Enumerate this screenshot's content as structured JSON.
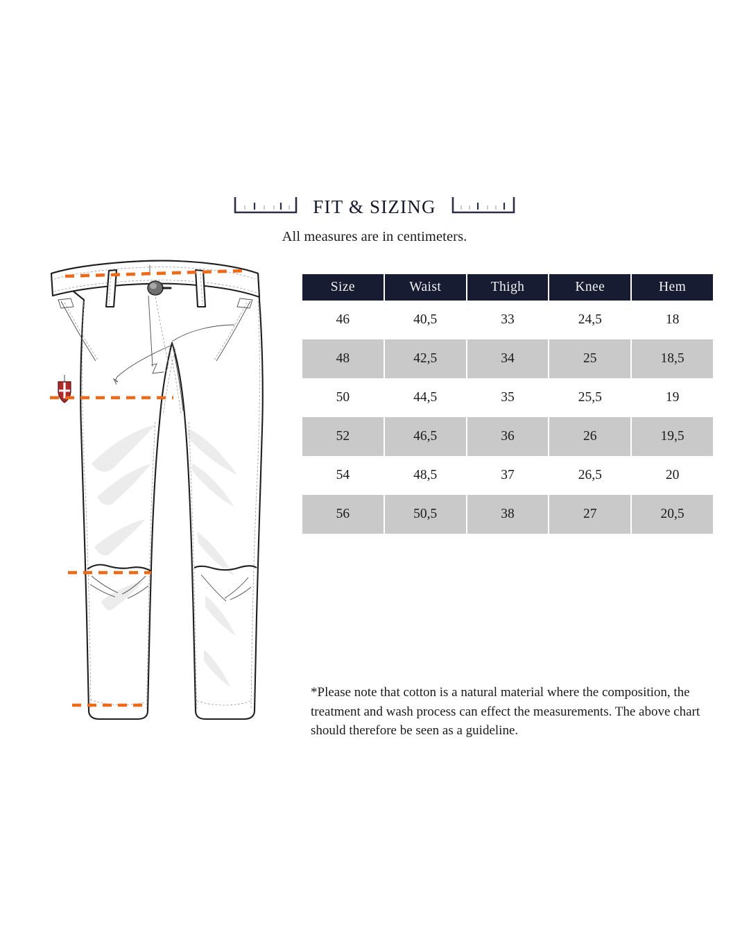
{
  "header": {
    "title": "FIT & SIZING",
    "subtitle": "All measures are in centimeters.",
    "ruler_left_icon": "ruler-bracket-icon",
    "ruler_right_icon": "ruler-bracket-icon"
  },
  "colors": {
    "header_navy": "#171c33",
    "row_gray": "#c9c9c9",
    "row_white": "#ffffff",
    "measure_orange": "#ef6a18",
    "badge_red": "#b02a2a",
    "background": "#ffffff",
    "text": "#1a1a1a"
  },
  "table": {
    "columns": [
      "Size",
      "Waist",
      "Thigh",
      "Knee",
      "Hem"
    ],
    "rows": [
      {
        "size": "46",
        "waist": "40,5",
        "thigh": "33",
        "knee": "24,5",
        "hem": "18",
        "shaded": false
      },
      {
        "size": "48",
        "waist": "42,5",
        "thigh": "34",
        "knee": "25",
        "hem": "18,5",
        "shaded": true
      },
      {
        "size": "50",
        "waist": "44,5",
        "thigh": "35",
        "knee": "25,5",
        "hem": "19",
        "shaded": false
      },
      {
        "size": "52",
        "waist": "46,5",
        "thigh": "36",
        "knee": "26",
        "hem": "19,5",
        "shaded": true
      },
      {
        "size": "54",
        "waist": "48,5",
        "thigh": "37",
        "knee": "26,5",
        "hem": "20",
        "shaded": false
      },
      {
        "size": "56",
        "waist": "50,5",
        "thigh": "38",
        "knee": "27",
        "hem": "20,5",
        "shaded": true
      }
    ]
  },
  "footnote": {
    "text": "*Please note that cotton is a natural material where the composition, the treatment and wash process can effect the measurements. The above chart should therefore be seen as a guideline."
  },
  "illustration": {
    "name": "trouser-technical-drawing",
    "measurement_lines": [
      "waist",
      "thigh",
      "knee",
      "hem"
    ],
    "details": [
      "waistband",
      "belt-loops",
      "button",
      "fly",
      "slash-pockets",
      "shield-badge"
    ]
  }
}
